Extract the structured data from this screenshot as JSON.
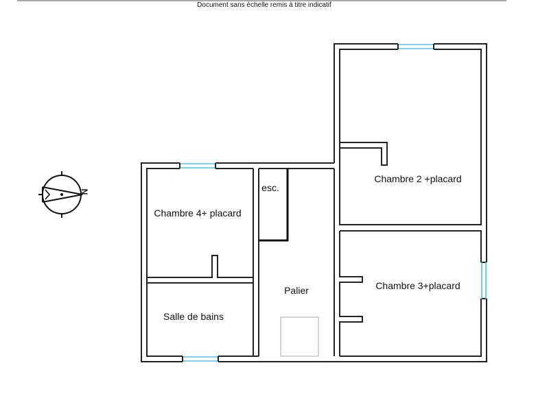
{
  "header": {
    "disclaimer": "Document sans échelle remis à titre indicatif"
  },
  "compass": {
    "north_label": "N"
  },
  "rooms": {
    "chambre4": "Chambre 4+ placard",
    "salle_de_bains": "Salle de bains",
    "esc": "esc.",
    "palier": "Palier",
    "chambre2": "Chambre 2 +placard",
    "chambre3": "Chambre 3+placard"
  },
  "colors": {
    "wall": "#222222",
    "window": "#4fc3e8"
  }
}
